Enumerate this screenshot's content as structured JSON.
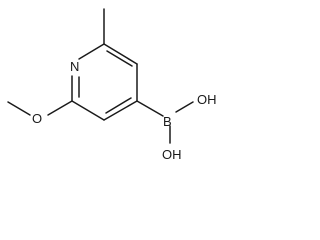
{
  "molecule": {
    "atoms": {
      "ring_n": "N",
      "methoxy_o": "O",
      "boron": "B",
      "hydroxyl_top": "OH",
      "hydroxyl_bottom": "OH"
    }
  }
}
